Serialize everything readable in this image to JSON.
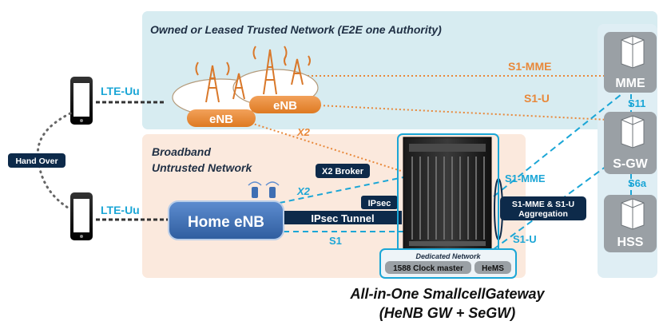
{
  "trusted": {
    "title": "Owned or Leased Trusted Network (E2E one Authority)"
  },
  "untrusted": {
    "title_line1": "Broadband",
    "title_line2": "Untrusted Network"
  },
  "air": {
    "lte_top": "LTE-Uu",
    "lte_bottom": "LTE-Uu",
    "handover": "Hand Over"
  },
  "enb": {
    "left_label": "eNB",
    "right_label": "eNB"
  },
  "henb": {
    "label": "Home eNB"
  },
  "links": {
    "s1_mme_top": "S1-MME",
    "s1_u_top": "S1-U",
    "x2_top": "X2",
    "x2_broker": "X2 Broker",
    "x2_henb": "X2",
    "ipsec": "IPsec",
    "ipsec_tunnel": "IPsec Tunnel",
    "s1_henb": "S1",
    "s1_mme_right": "S1-MME",
    "aggregation_line1": "S1-MME & S1-U",
    "aggregation_line2": "Aggregation",
    "s1_u_right": "S1-U",
    "s11": "S11",
    "s6a": "S6a"
  },
  "core": {
    "mme": "MME",
    "sgw": "S-GW",
    "hss": "HSS"
  },
  "gateway": {
    "dedicated_network": "Dedicated Network",
    "clock_master": "1588 Clock master",
    "hems": "HeMS",
    "caption_line1": "All-in-One SmallcellGateway",
    "caption_line2": "(HeNB GW + SeGW)"
  },
  "colors": {
    "trusted_bg": "#d7ecf1",
    "untrusted_bg": "#fbe9dd",
    "cyan_accent": "#1ba6d6",
    "orange_accent": "#e8883a",
    "navy_label": "#0d2a4a",
    "core_gray": "#9aa0a5",
    "henb_blue": "#3f6fb3"
  }
}
